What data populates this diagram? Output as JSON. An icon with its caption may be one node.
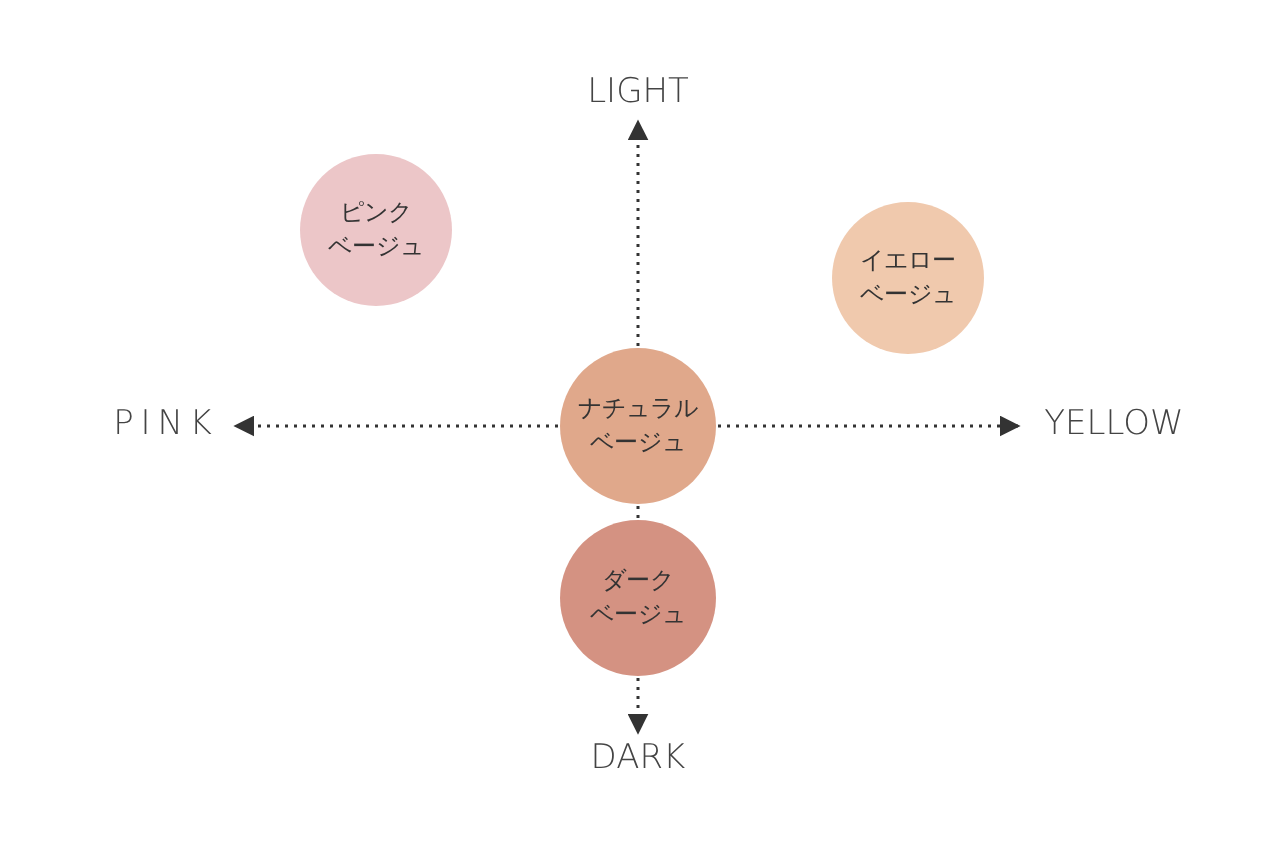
{
  "diagram": {
    "nodes": [
      {
        "text": [
          "LIGHT"
        ]
      },
      {
        "text": [
          "ピンクベージュ"
        ]
      },
      {
        "text": [
          "イエローベージュ"
        ]
      },
      {
        "text": [
          "PINK"
        ]
      },
      {
        "text": [
          "ナチュラルベージュ"
        ]
      },
      {
        "text": [
          "YELLOW"
        ]
      },
      {
        "text": [
          "ダークベージュ"
        ]
      },
      {
        "text": [
          "DARK"
        ]
      }
    ],
    "edges": [
      {
        "from": 4,
        "to": 0,
        "arrow": "to",
        "style": "dashed"
      },
      {
        "from": 4,
        "to": 3,
        "arrow": "to",
        "style": "dashed"
      },
      {
        "from": 4,
        "to": 5,
        "arrow": "to",
        "style": "dashed"
      },
      {
        "from": 4,
        "to": 6,
        "arrow": "none",
        "style": "dashed"
      },
      {
        "from": 6,
        "to": 7,
        "arrow": "to",
        "style": "dashed"
      }
    ]
  }
}
